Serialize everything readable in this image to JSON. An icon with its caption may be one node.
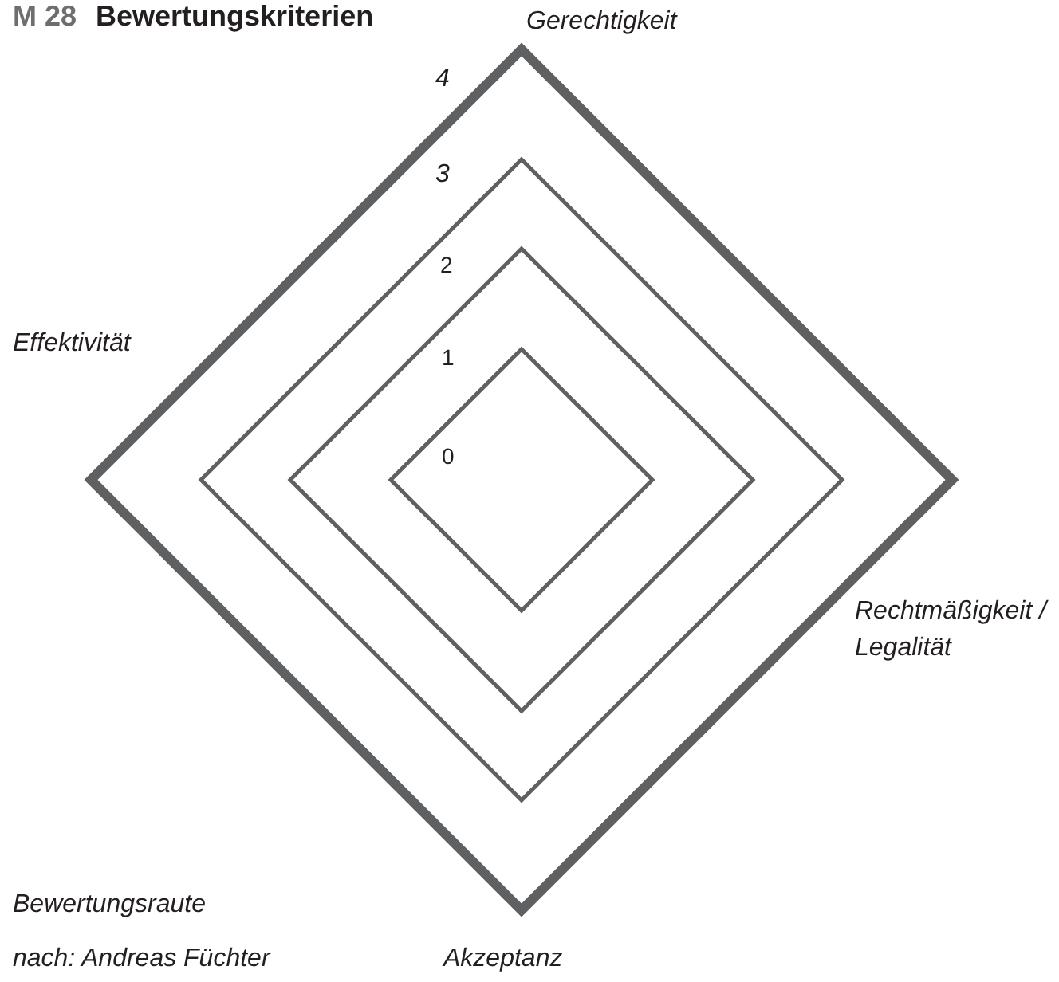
{
  "diagram": {
    "title": "M 28 Bewertungskriterien",
    "nodes": [
      {
        "text": [],
        "shape": "diamond"
      },
      {
        "text": [],
        "shape": "diamond",
        "in": 0
      },
      {
        "text": [],
        "shape": "diamond",
        "in": 1
      },
      {
        "text": [],
        "shape": "diamond",
        "in": 2
      }
    ],
    "labels": [
      "Gerechtigkeit",
      "4",
      "3",
      "2",
      "1",
      "0",
      "Effektivität",
      "Rechtmäßigkeit / Legalität",
      "Bewertungsraute",
      "nach:  Andreas Füchter",
      "Akzeptanz"
    ]
  }
}
